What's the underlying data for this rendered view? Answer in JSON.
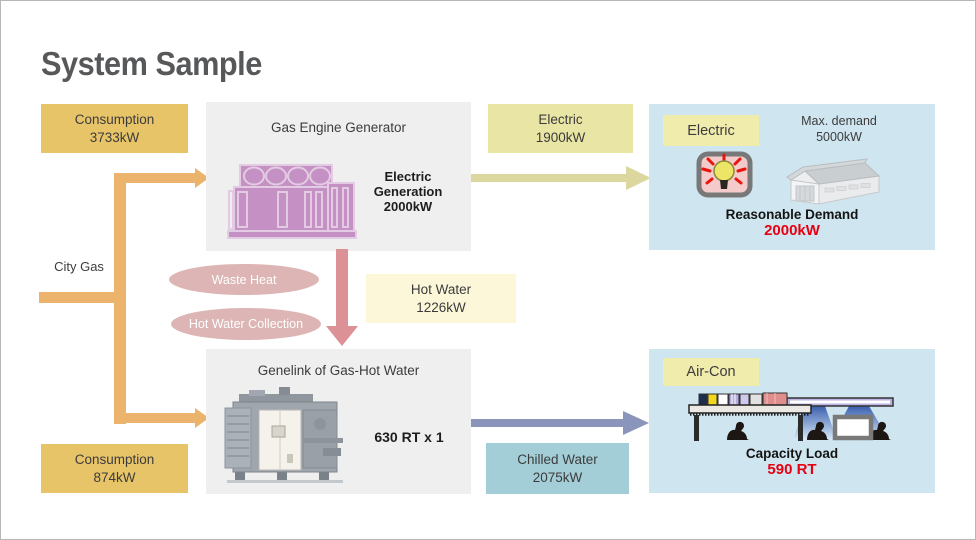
{
  "slide": {
    "title": "System Sample"
  },
  "inputs": {
    "consumption_top": {
      "label": "Consumption",
      "value": "3733kW"
    },
    "consumption_bottom": {
      "label": "Consumption",
      "value": "874kW"
    },
    "city_gas_label": "City Gas"
  },
  "gas_engine": {
    "title": "Gas Engine Generator",
    "gen_line1": "Electric",
    "gen_line2": "Generation",
    "gen_line3": "2000kW",
    "icon": "gas-engine-icon"
  },
  "genelink": {
    "title": "Genelink of Gas-Hot Water",
    "capacity": "630 RT x 1",
    "icon": "absorption-chiller-icon"
  },
  "heat_recovery": {
    "bubble1": "Waste Heat",
    "bubble2": "Hot Water Collection"
  },
  "flows": {
    "electric": {
      "label": "Electric",
      "value": "1900kW"
    },
    "hot_water": {
      "label": "Hot Water",
      "value": "1226kW"
    },
    "chilled_water": {
      "label": "Chilled Water",
      "value": "2075kW"
    }
  },
  "electric_demand": {
    "tag": "Electric",
    "max_demand_label": "Max. demand",
    "max_demand_value": "5000kW",
    "result_label": "Reasonable Demand",
    "result_value": "2000kW",
    "icons": [
      "light-bulb-icon",
      "warehouse-icon"
    ]
  },
  "aircon_demand": {
    "tag": "Air-Con",
    "result_label": "Capacity Load",
    "result_value": "590 RT",
    "icons": [
      "production-line-icon"
    ]
  },
  "colors": {
    "accent_orange": "#ecb36d",
    "consumption_yellow": "#e8c469",
    "electric_khaki": "#e9e5a4",
    "hot_water_cream": "#fbf7d8",
    "chilled_teal": "#a3ced7",
    "heat_rose": "#dcb5b4",
    "hot_water_arrow_pink": "#dc9196",
    "chilled_arrow_bluegray": "#8b94bb",
    "panel_blue": "#cfe6f0",
    "equipment_gray": "#efeff0",
    "tag_yellow": "#f0ecac",
    "value_red": "#e60012",
    "title_gray": "#57585a"
  }
}
